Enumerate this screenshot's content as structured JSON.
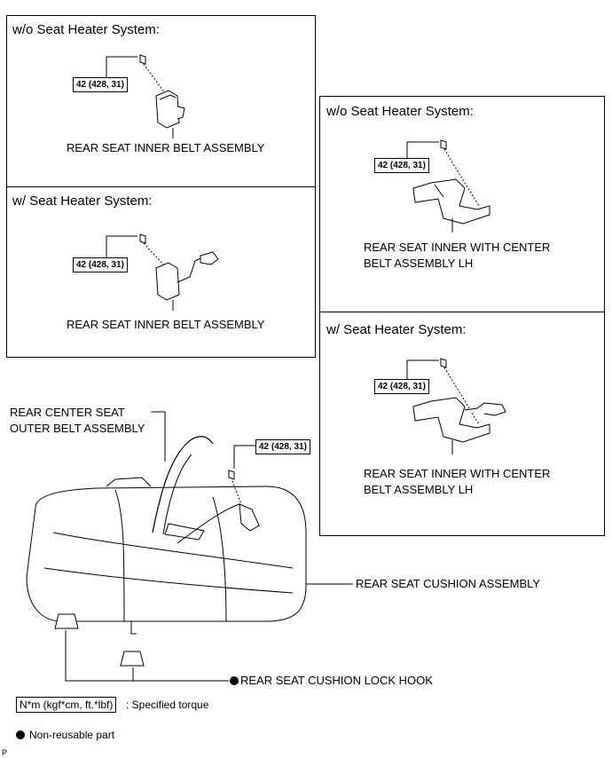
{
  "panels": {
    "p1_title": "w/o Seat Heater System:",
    "p2_title": "w/ Seat Heater System:",
    "p3_title": "w/o Seat Heater System:",
    "p4_title": "w/ Seat Heater System:"
  },
  "torque": "42 (428, 31)",
  "labels": {
    "inner_belt": "REAR SEAT INNER BELT ASSEMBLY",
    "center_belt_line1": "REAR SEAT INNER WITH CENTER",
    "center_belt_line2": "BELT ASSEMBLY LH",
    "outer_belt_line1": "REAR CENTER SEAT",
    "outer_belt_line2": "OUTER BELT ASSEMBLY",
    "cushion": "REAR SEAT CUSHION ASSEMBLY",
    "lock_hook": "REAR SEAT CUSHION LOCK HOOK"
  },
  "legend": {
    "unit": "N*m (kgf*cm, ft.*lbf)",
    "unit_desc": ": Specified torque",
    "nonreusable": "Non-reusable part"
  },
  "corner_mark": "P"
}
